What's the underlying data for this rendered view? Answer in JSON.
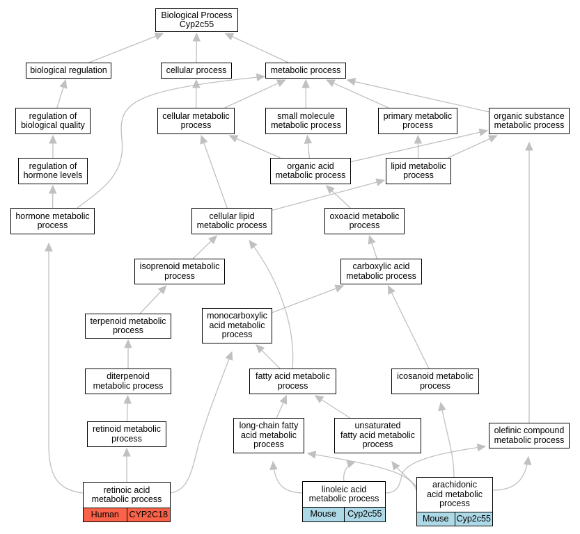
{
  "colors": {
    "edge": "#c0c0c0",
    "human": "#fa6349",
    "mouse": "#add8e6"
  },
  "nodes": {
    "root": {
      "lines": [
        "Biological Process",
        "Cyp2c55"
      ]
    },
    "bio_reg": {
      "lines": [
        "biological regulation"
      ]
    },
    "cell_proc": {
      "lines": [
        "cellular process"
      ]
    },
    "met_proc": {
      "lines": [
        "metabolic process"
      ]
    },
    "reg_bio_quality": {
      "lines": [
        "regulation of",
        "biological quality"
      ]
    },
    "cell_met": {
      "lines": [
        "cellular metabolic",
        "process"
      ]
    },
    "small_mol": {
      "lines": [
        "small molecule",
        "metabolic process"
      ]
    },
    "prim_met": {
      "lines": [
        "primary metabolic",
        "process"
      ]
    },
    "org_sub": {
      "lines": [
        "organic substance",
        "metabolic process"
      ]
    },
    "reg_hormone": {
      "lines": [
        "regulation of",
        "hormone levels"
      ]
    },
    "org_acid": {
      "lines": [
        "organic acid",
        "metabolic process"
      ]
    },
    "lipid_met": {
      "lines": [
        "lipid metabolic",
        "process"
      ]
    },
    "hormone_met": {
      "lines": [
        "hormone metabolic",
        "process"
      ]
    },
    "cell_lipid": {
      "lines": [
        "cellular lipid",
        "metabolic process"
      ]
    },
    "oxoacid": {
      "lines": [
        "oxoacid metabolic",
        "process"
      ]
    },
    "isoprenoid": {
      "lines": [
        "isoprenoid metabolic",
        "process"
      ]
    },
    "carboxylic": {
      "lines": [
        "carboxylic acid",
        "metabolic process"
      ]
    },
    "monocarboxylic": {
      "lines": [
        "monocarboxylic",
        "acid metabolic",
        "process"
      ]
    },
    "terpenoid": {
      "lines": [
        "terpenoid metabolic",
        "process"
      ]
    },
    "diterpenoid": {
      "lines": [
        "diterpenoid",
        "metabolic process"
      ]
    },
    "fatty_acid": {
      "lines": [
        "fatty acid metabolic",
        "process"
      ]
    },
    "icosanoid": {
      "lines": [
        "icosanoid metabolic",
        "process"
      ]
    },
    "retinoid": {
      "lines": [
        "retinoid metabolic",
        "process"
      ]
    },
    "long_chain": {
      "lines": [
        "long-chain fatty",
        "acid metabolic",
        "process"
      ]
    },
    "unsat_fatty": {
      "lines": [
        "unsaturated",
        "fatty acid metabolic",
        "process"
      ]
    },
    "olefinic": {
      "lines": [
        "olefinic compound",
        "metabolic process"
      ]
    }
  },
  "leaves": {
    "retinoic": {
      "lines": [
        "retinoic acid",
        "metabolic process"
      ],
      "species": "Human",
      "gene": "CYP2C18",
      "tag_color": "#fa6349"
    },
    "linoleic": {
      "lines": [
        "linoleic acid",
        "metabolic process"
      ],
      "species": "Mouse",
      "gene": "Cyp2c55",
      "tag_color": "#add8e6"
    },
    "arachidonic": {
      "lines": [
        "arachidonic",
        "acid metabolic",
        "process"
      ],
      "species": "Mouse",
      "gene": "Cyp2c55",
      "tag_color": "#add8e6"
    }
  }
}
